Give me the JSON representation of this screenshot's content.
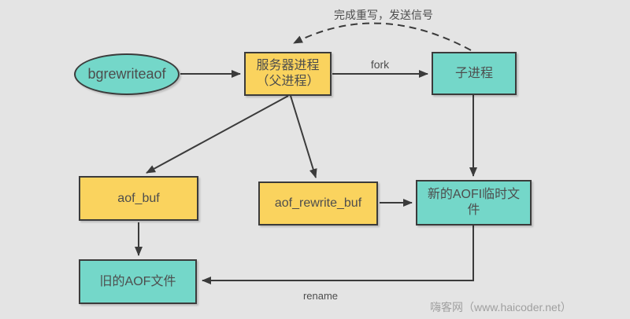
{
  "diagram": {
    "title_hint": "Redis bgrewriteaof AOF rewrite flow",
    "colors": {
      "background": "#e4e4e4",
      "node_yellow": "#fad35e",
      "node_teal": "#74d7c9",
      "border": "#3b3b3b",
      "text": "#4d4d4d",
      "watermark": "#a0a0a0"
    },
    "nodes": {
      "bgrewriteaof": {
        "label": "bgrewriteaof",
        "shape": "ellipse",
        "color": "teal"
      },
      "server_process": {
        "line1": "服务器进程",
        "line2": "（父进程）",
        "shape": "rect",
        "color": "yellow"
      },
      "child_process": {
        "label": "子进程",
        "shape": "rect",
        "color": "teal"
      },
      "aof_buf": {
        "label": "aof_buf",
        "shape": "rect",
        "color": "yellow"
      },
      "aof_rewrite_buf": {
        "label": "aof_rewrite_buf",
        "shape": "rect",
        "color": "yellow"
      },
      "new_aof_temp_file": {
        "label": "新的AOFI临时文件",
        "shape": "rect",
        "color": "teal"
      },
      "old_aof_file": {
        "label": "旧的AOF文件",
        "shape": "rect",
        "color": "teal"
      }
    },
    "edge_labels": {
      "fork": "fork",
      "rename": "rename",
      "signal": "完成重写，发送信号"
    },
    "edges": [
      {
        "from": "bgrewriteaof",
        "to": "server_process",
        "style": "solid"
      },
      {
        "from": "server_process",
        "to": "child_process",
        "style": "solid",
        "label": "fork"
      },
      {
        "from": "child_process",
        "to": "server_process",
        "style": "dashed",
        "label": "完成重写，发送信号"
      },
      {
        "from": "server_process",
        "to": "aof_buf",
        "style": "solid"
      },
      {
        "from": "server_process",
        "to": "aof_rewrite_buf",
        "style": "solid"
      },
      {
        "from": "child_process",
        "to": "new_aof_temp_file",
        "style": "solid"
      },
      {
        "from": "aof_rewrite_buf",
        "to": "new_aof_temp_file",
        "style": "solid"
      },
      {
        "from": "aof_buf",
        "to": "old_aof_file",
        "style": "solid"
      },
      {
        "from": "new_aof_temp_file",
        "to": "old_aof_file",
        "style": "solid",
        "label": "rename"
      }
    ],
    "watermark": "嗨客网（www.haicoder.net）"
  }
}
